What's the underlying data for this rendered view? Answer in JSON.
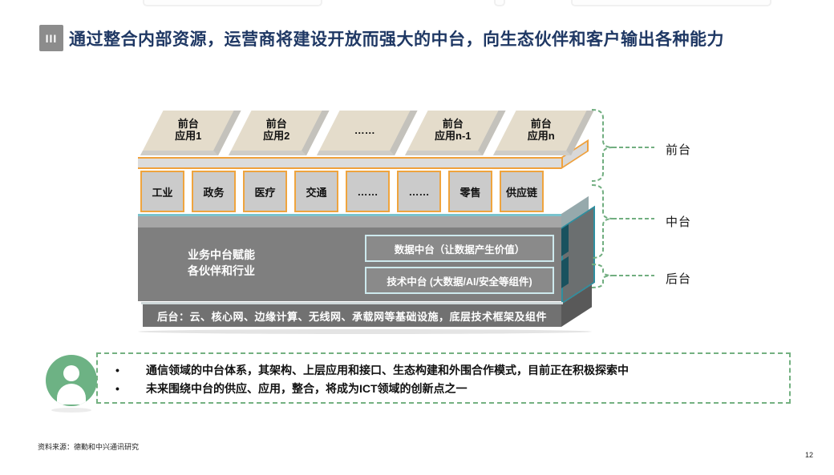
{
  "slide": {
    "marker": "III",
    "title": "通过整合内部资源，运营商将建设开放而强大的中台，向生态伙伴和客户输出各种能力",
    "source": "资料来源：德勤和中兴通讯研究",
    "page_number": "12"
  },
  "diagram": {
    "tiles": [
      {
        "l1": "前台",
        "l2": "应用1"
      },
      {
        "l1": "前台",
        "l2": "应用2"
      },
      {
        "l1": "……",
        "l2": ""
      },
      {
        "l1": "前台",
        "l2": "应用n-1"
      },
      {
        "l1": "前台",
        "l2": "应用n"
      }
    ],
    "industries": [
      "工业",
      "政务",
      "医疗",
      "交通",
      "……",
      "……",
      "零售",
      "供应链"
    ],
    "business_platform": {
      "line1": "业务中台赋能",
      "line2": "各伙伴和行业"
    },
    "data_platform": "数据中台（让数据产生价值）",
    "tech_platform": "技术中台 (大数据/AI/安全等组件)",
    "backend_bar": "后台：云、核心网、边缘计算、无线网、承载网等基础设施，底层技术框架及组件",
    "brace_labels": [
      "前台",
      "中台",
      "后台"
    ]
  },
  "notes": {
    "bullets": [
      "通信领域的中台体系，其架构、上层应用和接口、生态构建和外围合作模式，目前正在积极探索中",
      "未来围绕中台的供应、应用，整合，将成为ICT领域的创新点之一"
    ]
  },
  "colors": {
    "title_navy": "#1f3864",
    "orange_border": "#f0a13c",
    "teal_border": "#2e8fa0",
    "green_accent": "#74b181",
    "gray_platform": "#7f7f7f"
  }
}
